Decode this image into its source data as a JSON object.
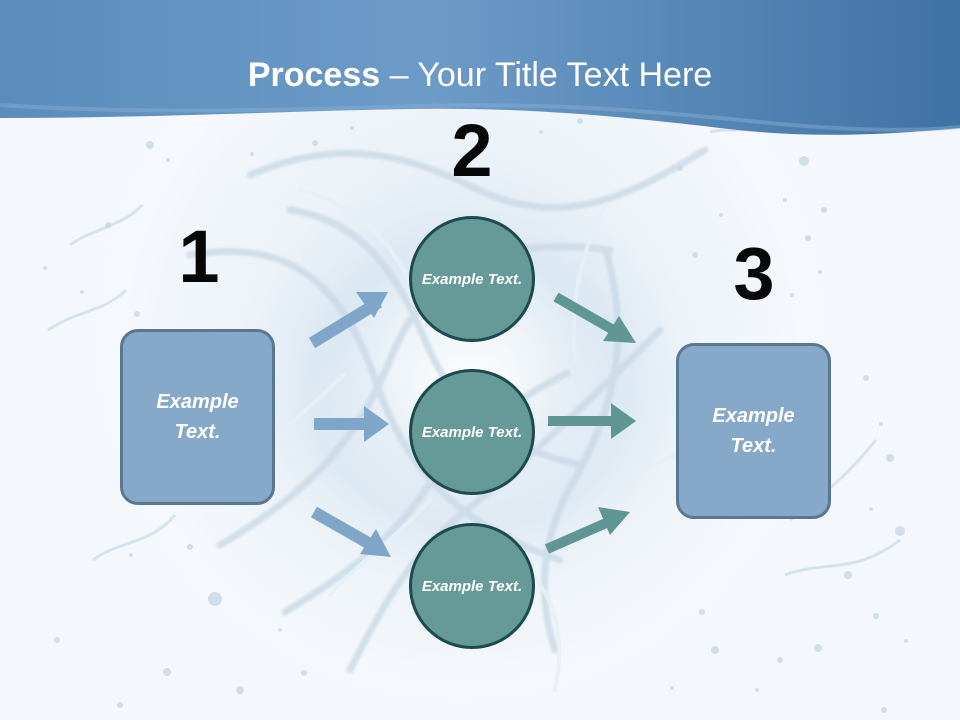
{
  "slide": {
    "title_bold": "Process",
    "title_rest": " – Your Title Text Here",
    "numbers": {
      "one": "1",
      "two": "2",
      "three": "3"
    },
    "boxes": {
      "left": "Example Text.",
      "right": "Example Text."
    },
    "circles": {
      "top": "Example Text.",
      "middle": "Example Text.",
      "bottom": "Example Text."
    }
  },
  "colors": {
    "header": "#4e84b4",
    "box_fill": "#87a9c9",
    "box_border": "#577792",
    "circle_fill": "#669a98",
    "circle_border": "#1d4a4f",
    "left_arrows": "#7fa6c9",
    "right_arrows": "#5f9694"
  }
}
